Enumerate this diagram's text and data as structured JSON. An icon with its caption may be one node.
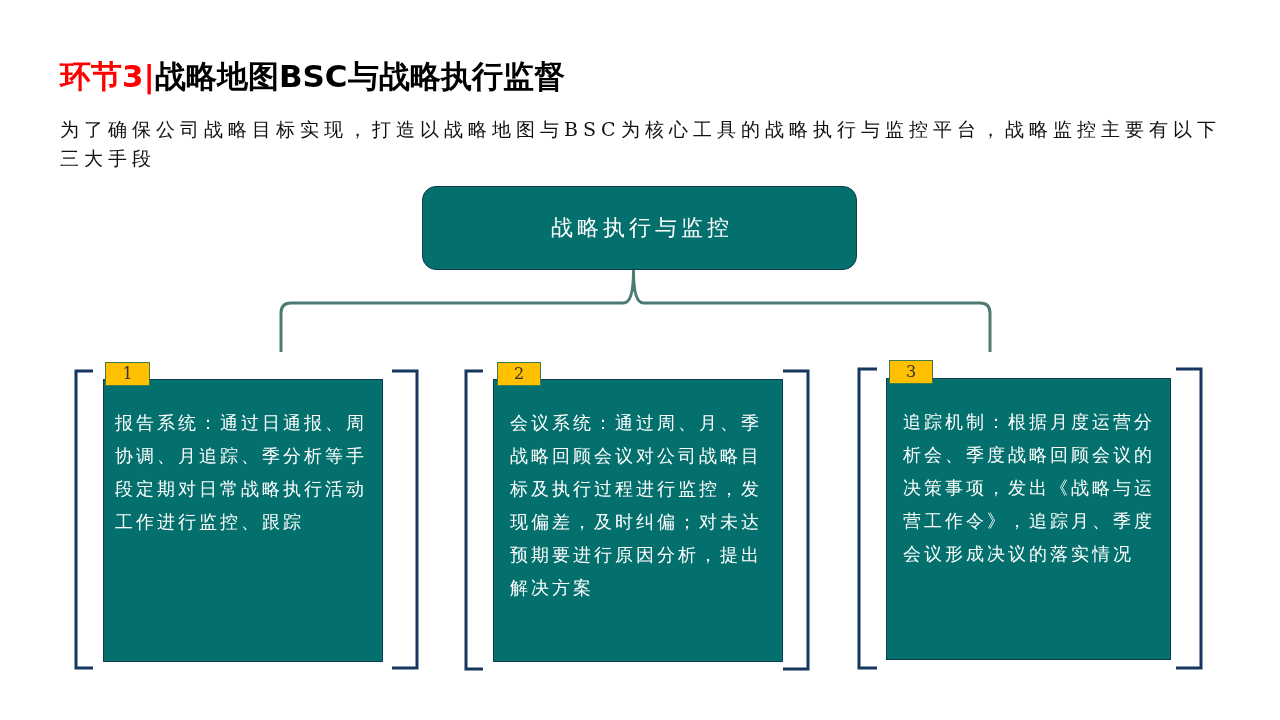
{
  "diagram": {
    "title": "环节3|战略地图BSC与战略执行监督",
    "nodes": [
      {
        "text": [
          "战略执行与监控"
        ]
      },
      {
        "text": [
          "1"
        ]
      },
      {
        "text": [
          "报告系统：通过日通报、周协调、月追踪、季分析等手段定期对日常战略执行活动工作进行监控、跟踪"
        ]
      },
      {
        "text": [
          "2"
        ]
      },
      {
        "text": [
          "会议系统：通过周、月、季战略回顾会议对公司战略目标及执行过程进行监控，发现偏差，及时纠偏；对未达预期要进行原因分析，提出解决方案"
        ]
      },
      {
        "text": [
          "3"
        ]
      },
      {
        "text": [
          "追踪机制：根据月度运营分析会、季度战略回顾会议的决策事项，发出《战略与运营工作令》，追踪月、季度会议形成决议的落实情况"
        ]
      }
    ],
    "labels": [
      "为了确保公司战略目标实现，打造以战略地图与BSC为核心工具的战略执行与监控平台，战略监控主要有以下三大手段"
    ]
  }
}
